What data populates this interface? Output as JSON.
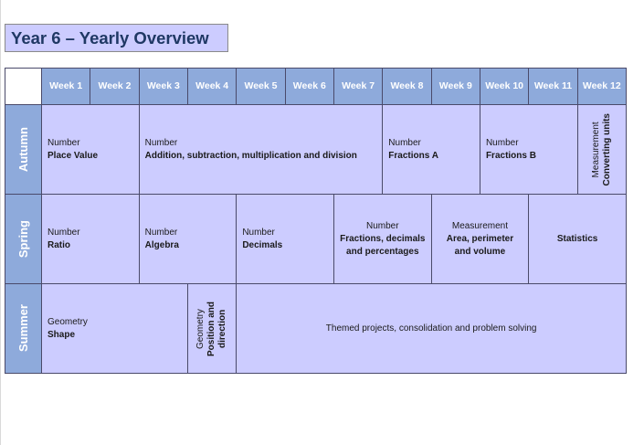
{
  "title": "Year 6 – Yearly Overview",
  "weeks": [
    "Week 1",
    "Week 2",
    "Week 3",
    "Week 4",
    "Week 5",
    "Week 6",
    "Week 7",
    "Week 8",
    "Week 9",
    "Week 10",
    "Week 11",
    "Week 12"
  ],
  "terms": [
    "Autumn",
    "Spring",
    "Summer"
  ],
  "autumn": [
    {
      "cat": "Number",
      "topic": "Place Value"
    },
    {
      "cat": "Number",
      "topic": "Addition, subtraction, multiplication and division"
    },
    {
      "cat": "Number",
      "topic": "Fractions A"
    },
    {
      "cat": "Number",
      "topic": "Fractions B"
    },
    {
      "cat": "Measurement",
      "topic": "Converting units"
    }
  ],
  "spring": [
    {
      "cat": "Number",
      "topic": "Ratio"
    },
    {
      "cat": "Number",
      "topic": "Algebra"
    },
    {
      "cat": "Number",
      "topic": "Decimals"
    },
    {
      "cat": "Number",
      "topic": "Fractions, decimals and percentages"
    },
    {
      "cat": "Measurement",
      "topic": "Area, perimeter and volume"
    },
    {
      "cat": "",
      "topic": "Statistics"
    }
  ],
  "summer": [
    {
      "cat": "Geometry",
      "topic": "Shape"
    },
    {
      "cat": "Geometry",
      "topic": "Position and direction"
    },
    {
      "cat": "Themed projects, consolidation and problem solving",
      "topic": ""
    }
  ]
}
